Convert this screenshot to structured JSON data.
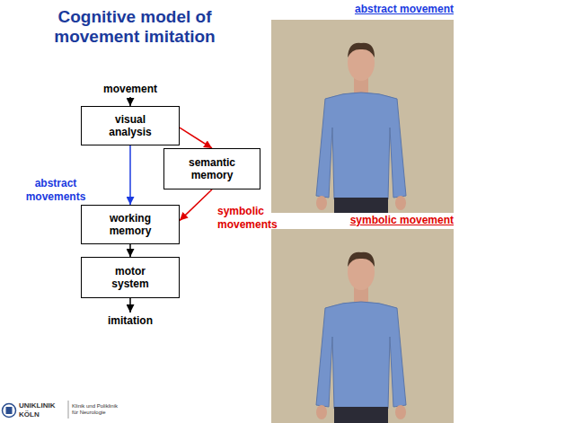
{
  "diagram": {
    "title": "Cognitive model of movement imitation",
    "nodes": [
      {
        "text": [
          "movement"
        ]
      },
      {
        "text": [
          "visual analysis"
        ]
      },
      {
        "text": [
          "semantic memory"
        ]
      },
      {
        "text": [
          "working memory"
        ]
      },
      {
        "text": [
          "motor system"
        ]
      },
      {
        "text": [
          "imitation"
        ]
      }
    ],
    "edges": [
      {
        "from": 0,
        "to": 1,
        "arrow": "to"
      },
      {
        "from": 1,
        "to": 2,
        "arrow": "to"
      },
      {
        "from": 1,
        "to": 3,
        "label": "abstract movements",
        "arrow": "to"
      },
      {
        "from": 2,
        "to": 3,
        "label": "symbolic movements",
        "arrow": "to"
      },
      {
        "from": 3,
        "to": 4,
        "arrow": "to"
      },
      {
        "from": 4,
        "to": 5,
        "arrow": "to"
      }
    ],
    "labels": [
      "abstract movement",
      "symbolic movement",
      "UNIKLINIK",
      "KÖLN",
      "Klinik und Poliklinik",
      "für Neurologie"
    ]
  }
}
